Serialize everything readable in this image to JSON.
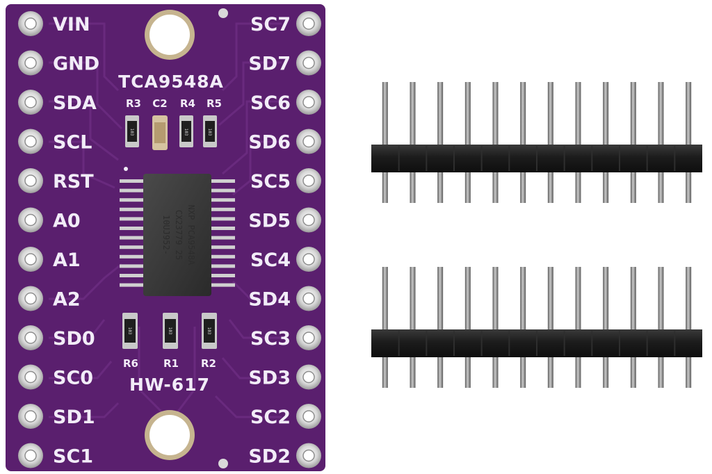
{
  "board": {
    "name": "HW-617",
    "chip_label": "TCA9548A",
    "chip_marking": [
      "NXP PCA9548A",
      "CX23779 25",
      "10UJ952-"
    ],
    "left_pins": [
      "VIN",
      "GND",
      "SDA",
      "SCL",
      "RST",
      "A0",
      "A1",
      "A2",
      "SD0",
      "SC0",
      "SD1",
      "SC1"
    ],
    "right_pins": [
      "SC7",
      "SD7",
      "SC6",
      "SD6",
      "SC5",
      "SD5",
      "SC4",
      "SD4",
      "SC3",
      "SD3",
      "SC2",
      "SD2"
    ],
    "top_components": [
      "R3",
      "C2",
      "R4",
      "R5"
    ],
    "bottom_components": [
      "R6",
      "R1",
      "R2"
    ],
    "resistor_code": "103",
    "colors": {
      "pcb": "#5a1f6e",
      "silkscreen": "#f2ecf8",
      "header_plastic": "#1c1c1c",
      "pin_metal": "#8a8a8a"
    }
  },
  "headers": [
    {
      "pin_count": 12
    },
    {
      "pin_count": 12
    }
  ]
}
